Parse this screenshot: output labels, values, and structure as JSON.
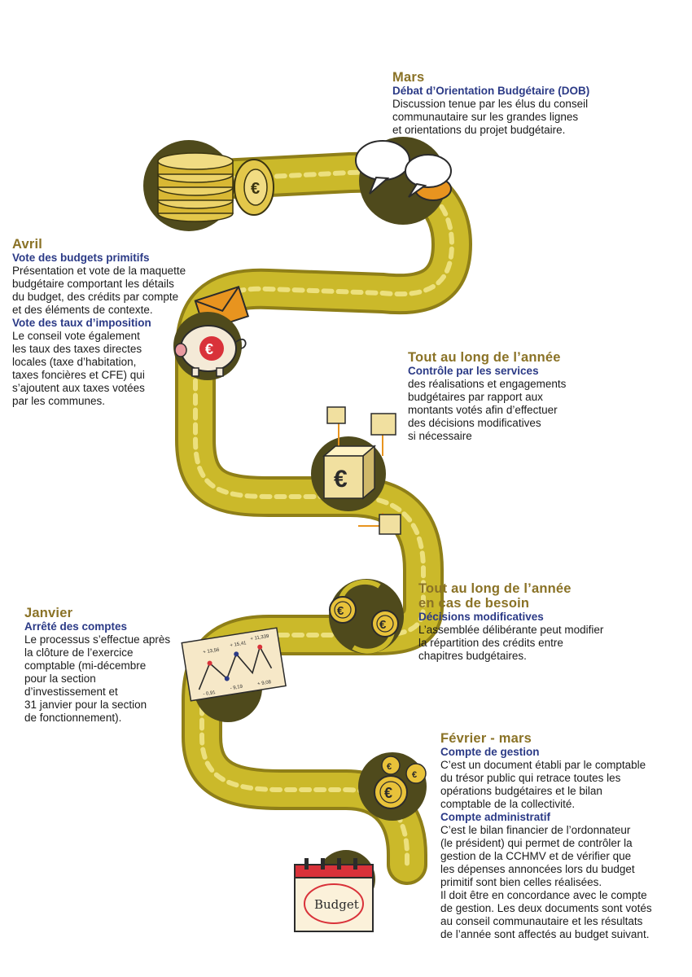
{
  "colors": {
    "road_fill": "#cbb92a",
    "road_dark": "#8f7f18",
    "road_center": "#ece07e",
    "circle_bg": "#4f4a1c",
    "title_color": "#8a7226",
    "subtitle_color": "#2b3a86",
    "text_color": "#1a1a1a",
    "accent_orange": "#e8941f"
  },
  "icons": {
    "coins": "coin-stack-icon",
    "speech": "speech-bubbles-icon",
    "piggy": "piggy-bank-icon",
    "envelope": "envelope-icon",
    "cube": "euro-cube-icon",
    "exchange": "coin-exchange-icon",
    "chart": "line-chart-icon",
    "euro_coin": "euro-coin-icon",
    "calendar": "budget-calendar-icon"
  },
  "steps": {
    "mars": {
      "period": "Mars",
      "subtitle": "Débat d’Orientation Budgétaire (DOB)",
      "text": "Discussion tenue par les élus du conseil\ncommunautaire sur les grandes lignes\net orientations du projet budgétaire."
    },
    "avril": {
      "period": "Avril",
      "subtitle1": "Vote des budgets primitifs",
      "text1": "Présentation et vote de la maquette\nbudgétaire comportant les détails\ndu budget, des crédits par compte\net des éléments de contexte.",
      "subtitle2": "Vote des taux d’imposition",
      "text2": "Le conseil vote également\nles taux des taxes directes\nlocales (taxe d’habitation,\ntaxes foncières et CFE) qui\ns’ajoutent aux taxes votées\npar les communes."
    },
    "controle": {
      "period": "Tout au long de l’année",
      "subtitle": "Contrôle par les services",
      "text": "des réalisations et engagements\nbudgétaires par rapport aux\nmontants votés afin d’effectuer\ndes décisions modificatives\nsi nécessaire"
    },
    "decisions": {
      "period_line1": "Tout au long de l’année",
      "period_line2": "en cas de besoin",
      "subtitle": "Décisions modificatives",
      "text": "L’assemblée délibérante peut modifier\nla répartition des crédits entre\nchapitres budgétaires."
    },
    "janvier": {
      "period": "Janvier",
      "subtitle": "Arrêté des comptes",
      "text": "Le processus s’effectue après\nla clôture de l’exercice\ncomptable (mi-décembre\npour la section\nd’investissement et\n31 janvier pour la section\nde fonctionnement)."
    },
    "fevrier": {
      "period": "Février - mars",
      "subtitle1": "Compte de gestion",
      "text1": "C’est un document établi par le comptable\ndu trésor public qui retrace toutes les\nopérations budgétaires et le bilan\ncomptable de la collectivité.",
      "subtitle2": "Compte administratif",
      "text2": "C’est le bilan financier de l’ordonnateur\n(le président) qui permet de contrôler la\ngestion de la CCHMV et de vérifier que\nles dépenses annoncées lors du budget\nprimitif sont bien celles réalisées.\nIl doit être en concordance avec le compte\nde gestion. Les deux documents sont votés\nau conseil communautaire et les résultats\nde l’année sont affectés au budget suivant."
    }
  },
  "illustration_labels": {
    "euro_symbol": "€",
    "calendar_word": "Budget",
    "chart_labels": [
      "+ 13,56",
      "+ 15,41",
      "+ 11,339",
      "- 0,91",
      "- 9,19",
      "+ 9,08"
    ]
  }
}
